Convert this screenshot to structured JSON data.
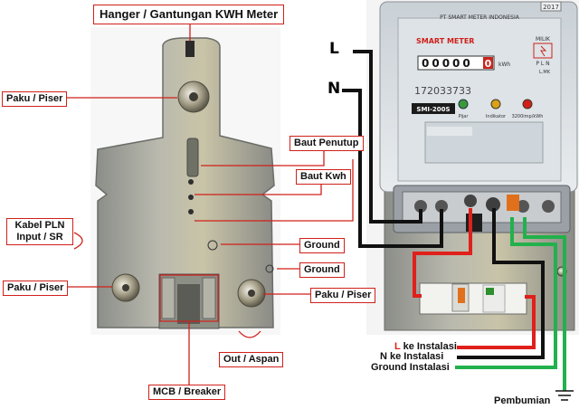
{
  "title": "Hanger / Gantungan KWH Meter",
  "labels": {
    "paku_piser_top": "Paku / Piser",
    "baut_penutup": "Baut Penutup",
    "baut_kwh": "Baut Kwh",
    "kabel_pln": "Kabel PLN Input / SR",
    "ground_1": "Ground",
    "ground_2": "Ground",
    "paku_piser_left": "Paku / Piser",
    "paku_piser_right": "Paku / Piser",
    "out_aspan": "Out / Aspan",
    "mcb_breaker": "MCB / Breaker"
  },
  "wires": {
    "phase": "L",
    "neutral": "N",
    "l_instalasi_letter": "L",
    "l_instalasi_rest": " ke Instalasi",
    "n_instalasi": "N ke Instalasi",
    "ground_instalasi": "Ground Instalasi",
    "pembumian": "Pembumian"
  },
  "meter": {
    "company": "PT SMART METER INDONESIA",
    "brand": "SMART METER",
    "milik": "MILIK",
    "pln": "P L N",
    "counter": "00000",
    "counter_last": "0",
    "unit": "kWh",
    "serial": "172033733",
    "model": "SMI-200S",
    "led_labels": [
      "Pijar",
      "Indikator",
      "3200imp/kWh"
    ],
    "year": "2017",
    "lmk": "L.MK"
  },
  "colors": {
    "accent": "#d0201a",
    "phase_wire": "#e0201b",
    "neutral_wire": "#111111",
    "ground_wire": "#22b14c",
    "plate": "#a8a8a0"
  }
}
